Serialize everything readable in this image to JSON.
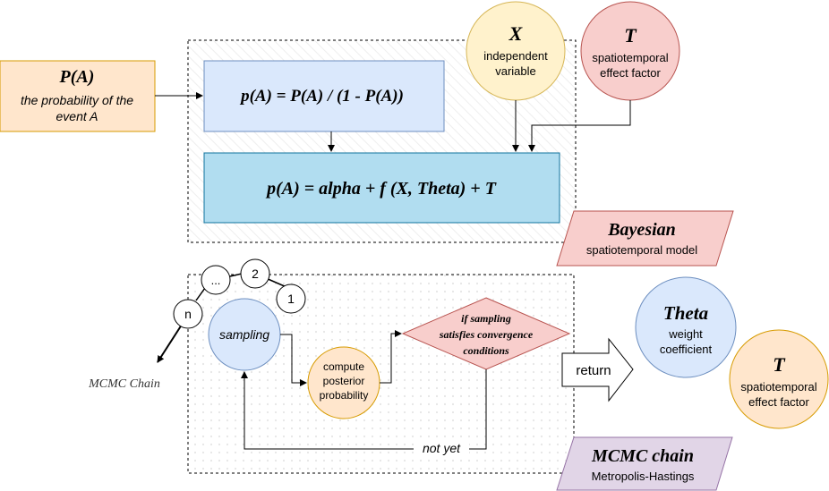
{
  "prob_box": {
    "title": "P(A)",
    "line1": "the probability of the",
    "line2": "event A"
  },
  "odds_box": {
    "formula": "p(A) = P(A) / (1 - P(A))"
  },
  "model_box": {
    "formula": "p(A) = alpha + f (X, Theta) + T"
  },
  "x_circle": {
    "title": "X",
    "line1": "independent",
    "line2": "variable"
  },
  "t_circle_top": {
    "title": "T",
    "line1": "spatiotemporal",
    "line2": "effect factor"
  },
  "bayesian_label": {
    "title": "Bayesian",
    "subtitle": "spatiotemporal model"
  },
  "chain_nodes": {
    "dots": "...",
    "two": "2",
    "one": "1",
    "n": "n"
  },
  "mcmc_side_label": "MCMC Chain",
  "sampling_node": "sampling",
  "compute_node": {
    "line1": "compute",
    "line2": "posterior",
    "line3": "probability"
  },
  "condition_diamond": {
    "line1": "if sampling",
    "line2": "satisfies convergence",
    "line3": "conditions"
  },
  "return_arrow": "return",
  "theta_circle": {
    "title": "Theta",
    "line1": "weight",
    "line2": "coefficient"
  },
  "t_circle_bottom": {
    "title": "T",
    "line1": "spatiotemporal",
    "line2": "effect factor"
  },
  "not_yet_label": "not yet",
  "mcmc_label": {
    "title": "MCMC chain",
    "subtitle": "Metropolis-Hastings"
  },
  "colors": {
    "orange_fill": "#ffe6cc",
    "orange_stroke": "#d79b00",
    "blue_fill": "#dae8fc",
    "blue_stroke": "#6c8ebf",
    "cyan_fill": "#b1ddf0",
    "cyan_stroke": "#10739e",
    "yellow_fill": "#fff2cc",
    "yellow_stroke": "#d6b656",
    "red_fill": "#f8cecc",
    "red_stroke": "#b85450",
    "purple_fill": "#e1d5e7",
    "purple_stroke": "#9673a6"
  }
}
